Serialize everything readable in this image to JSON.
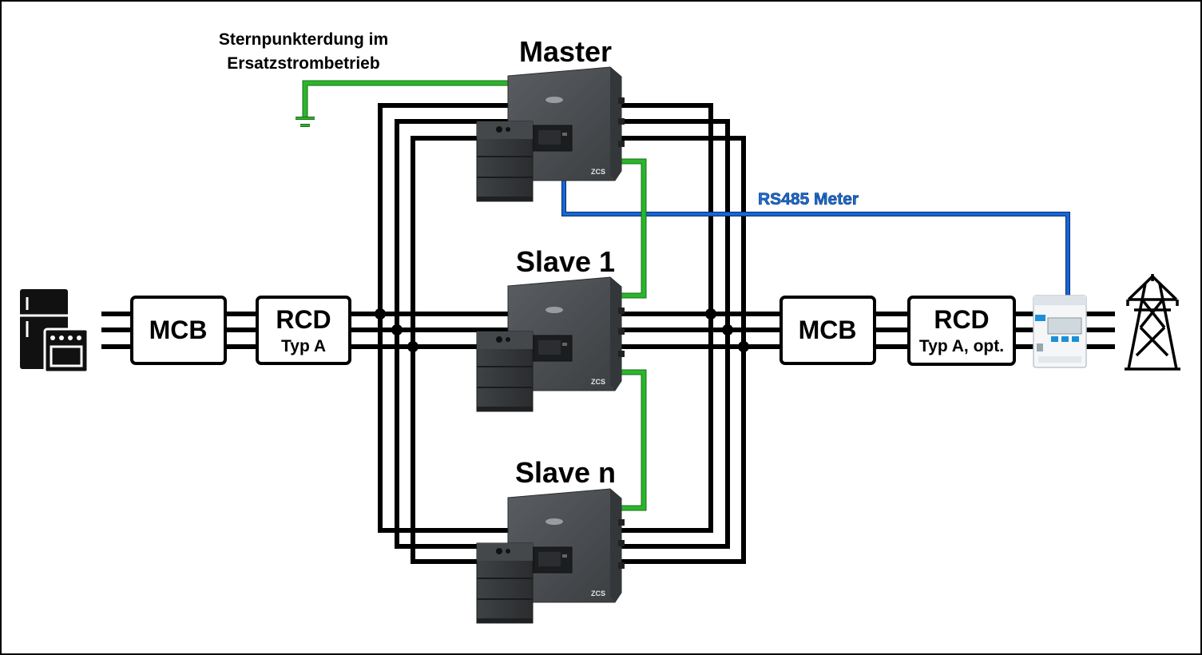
{
  "units": {
    "master": "Master",
    "slave1": "Slave 1",
    "slaven": "Slave n"
  },
  "earthing_note": {
    "line1": "Sternpunkterdung im",
    "line2": "Ersatzstrombetrieb"
  },
  "rs485_label": "RS485 Meter",
  "left_protection": {
    "mcb": "MCB",
    "rcd": "RCD",
    "rcd_type": "Typ A"
  },
  "right_protection": {
    "mcb": "MCB",
    "rcd": "RCD",
    "rcd_type": "Typ A, opt."
  },
  "colors": {
    "conductor": "#000000",
    "earth_wire": "#2bb52b",
    "rs485_wire": "#1767d4",
    "inverter": "#4a4d50",
    "inverter_dark": "#2f3133"
  },
  "icons": [
    "appliances-icon",
    "energy-meter-icon",
    "transmission-tower-icon",
    "ground-symbol-icon",
    "inverter-icon",
    "battery-icon"
  ]
}
